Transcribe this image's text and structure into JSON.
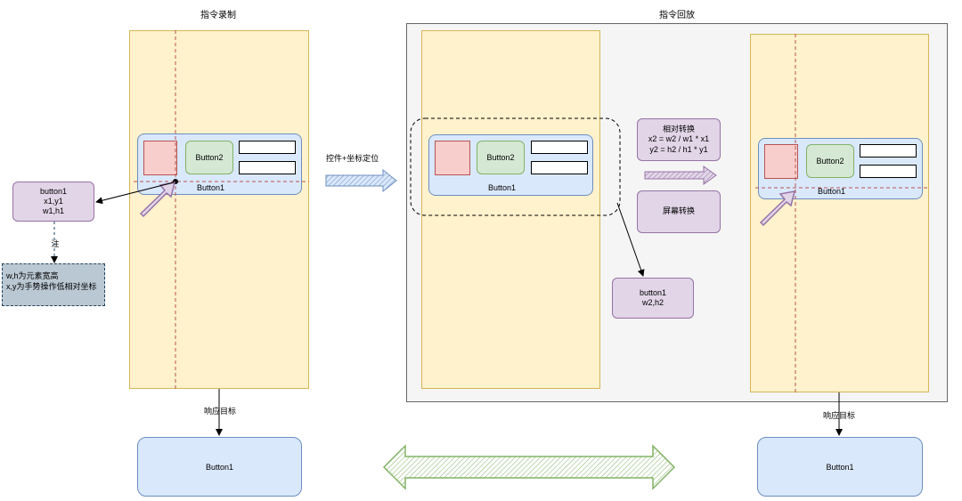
{
  "titles": {
    "record": "指令录制",
    "replay": "指令回放"
  },
  "widget": {
    "button2": "Button2",
    "button1": "Button1"
  },
  "left_info": {
    "text": "button1\nx1,y1\nw1,h1"
  },
  "note_label": "注",
  "note_text": "w,h为元素宽高\nx,y为手势操作低相对坐标",
  "locate_label": "控件+坐标定位",
  "relative_transform": "相对转换\nx2 = w2 / w1 * x1\ny2 = h2 / h1 * y1",
  "screen_transform": "屏幕转换",
  "mid_info": "button1\nw2,h2",
  "respond_target": "响应目标",
  "target_button": "Button1",
  "colors": {
    "phone_fill": "#fff2cc",
    "phone_stroke": "#d6b656",
    "blue_fill": "#dae8fc",
    "blue_stroke": "#6c8ebf",
    "purple_fill": "#e1d5e7",
    "purple_stroke": "#9673a6",
    "note_fill": "#bac8d3",
    "green_fill": "#d5e8d4",
    "red_fill": "#f8cecc",
    "crosshair": "#b85450"
  }
}
